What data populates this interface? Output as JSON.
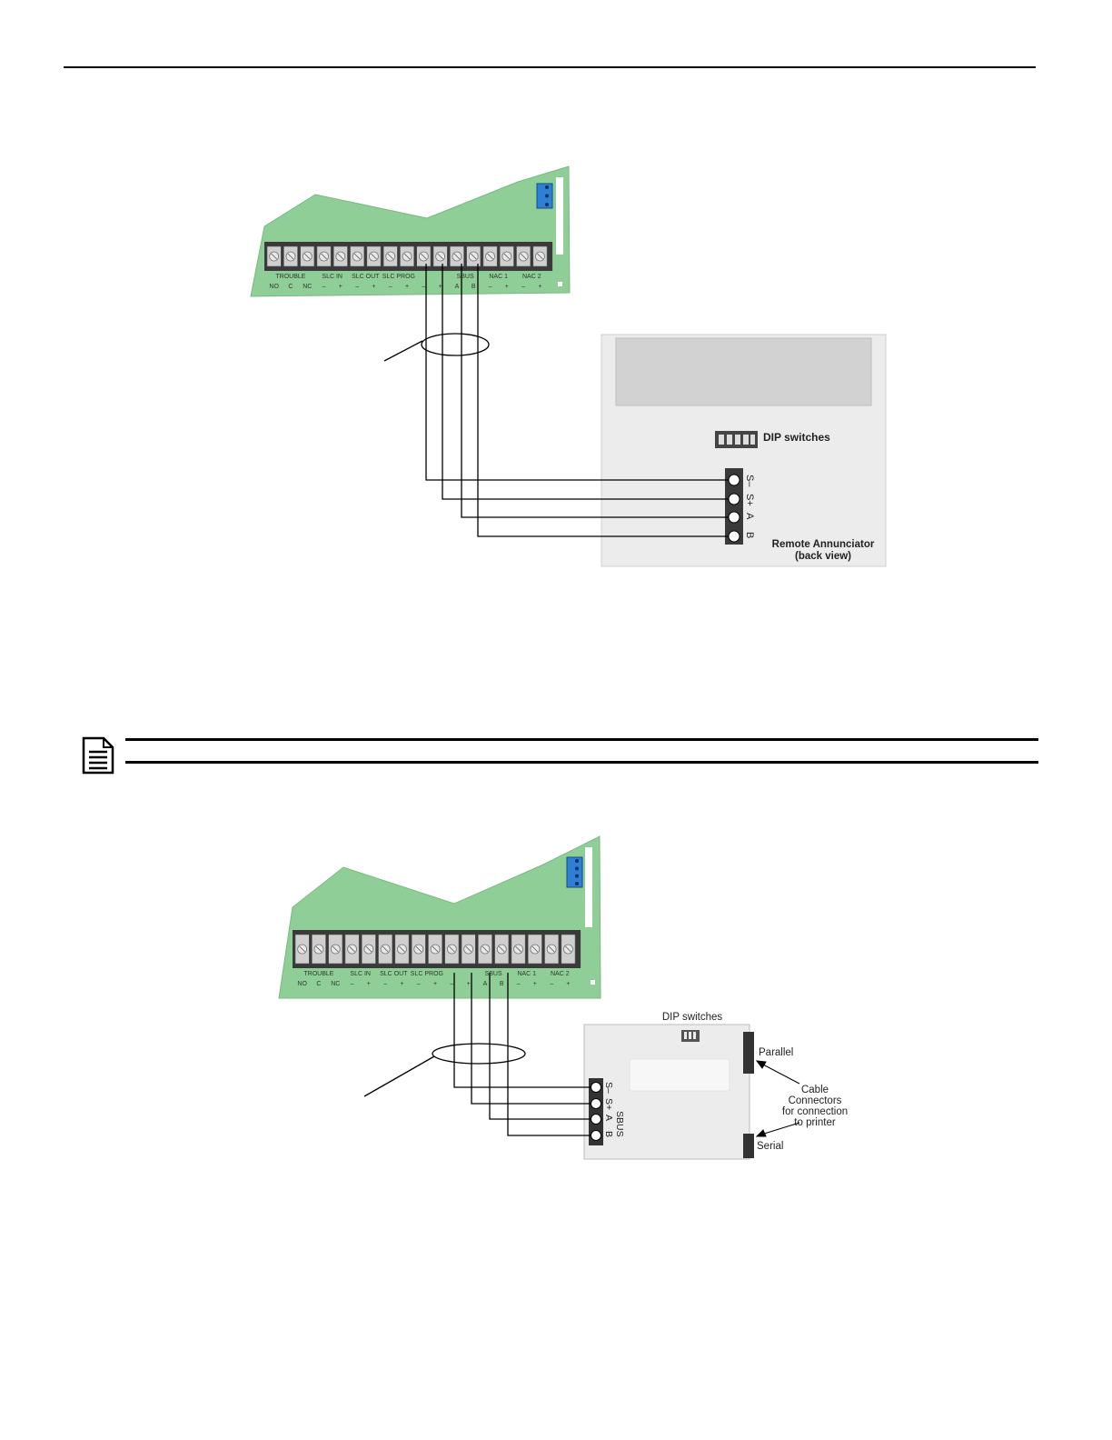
{
  "diagram1": {
    "panel": {
      "groups": [
        "TROUBLE",
        "SLC IN",
        "SLC OUT",
        "SLC PROG",
        "SBUS",
        "NAC 1",
        "NAC 2"
      ],
      "pins": [
        "NO",
        "C",
        "NC",
        "–",
        "+",
        "–",
        "+",
        "–",
        "+",
        "–",
        "+",
        "A",
        "B",
        "–",
        "+",
        "–",
        "+"
      ]
    },
    "annunciator": {
      "dip_label": "DIP switches",
      "terminals": [
        "S–",
        "S+",
        "A",
        "B"
      ],
      "caption_line1": "Remote Annunciator",
      "caption_line2": "(back view)"
    }
  },
  "diagram2": {
    "panel": {
      "groups": [
        "TROUBLE",
        "SLC IN",
        "SLC OUT",
        "SLC PROG",
        "SBUS",
        "NAC 1",
        "NAC 2"
      ],
      "pins": [
        "NO",
        "C",
        "NC",
        "–",
        "+",
        "–",
        "+",
        "–",
        "+",
        "–",
        "+",
        "A",
        "B",
        "–",
        "+",
        "–",
        "+"
      ]
    },
    "printer_interface": {
      "dip_label": "DIP switches",
      "terminals": [
        "S–",
        "S+",
        "A",
        "B"
      ],
      "sbus_label": "SBUS",
      "parallel_label": "Parallel",
      "serial_label": "Serial",
      "cable_line1": "Cable",
      "cable_line2": "Connectors",
      "cable_line3": "for connection",
      "cable_line4": "to printer"
    }
  },
  "icons": {
    "note": "note-icon"
  },
  "colors": {
    "board_green": "#8fcf97",
    "terminal_dark": "#3a3a3a",
    "blue_connector": "#2e7fd6"
  }
}
